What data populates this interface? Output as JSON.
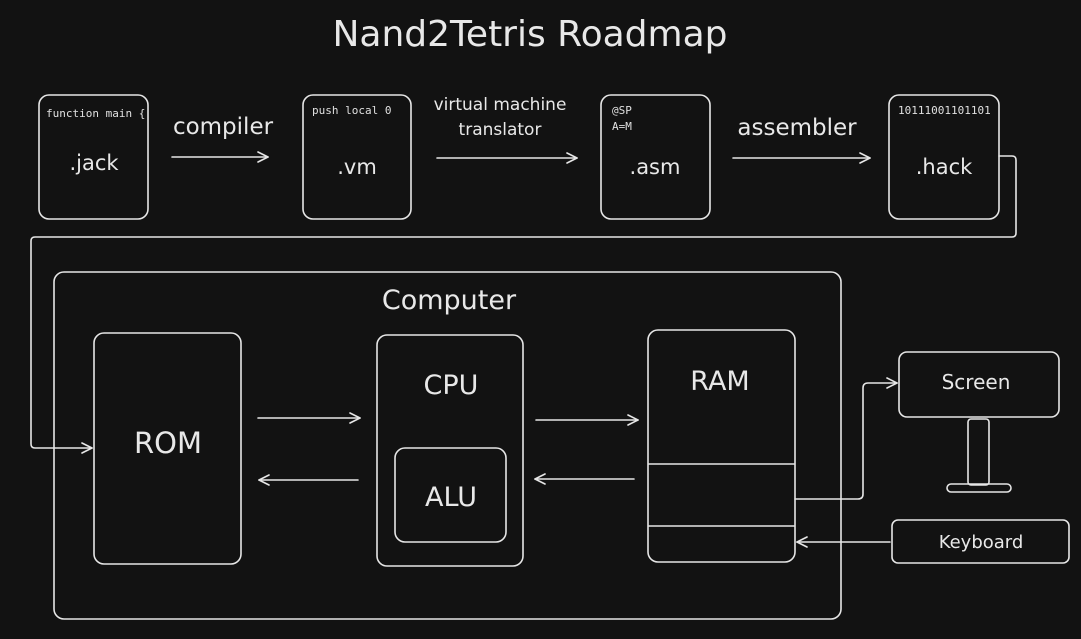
{
  "title": "Nand2Tetris Roadmap",
  "colors": {
    "background": "#121212",
    "stroke": "#e6e6e6",
    "text": "#e8e8e8"
  },
  "files": [
    {
      "id": "jack",
      "snippet": "function main {",
      "ext": ".jack"
    },
    {
      "id": "vm",
      "snippet": "push local 0",
      "ext": ".vm"
    },
    {
      "id": "asm",
      "snippet_lines": [
        "@SP",
        "A=M"
      ],
      "ext": ".asm"
    },
    {
      "id": "hack",
      "snippet": "10111001101101",
      "ext": ".hack"
    }
  ],
  "tools": {
    "compiler": "compiler",
    "vm_translator_line1": "virtual machine",
    "vm_translator_line2": "translator",
    "assembler": "assembler"
  },
  "computer": {
    "label": "Computer",
    "rom": "ROM",
    "cpu": "CPU",
    "alu": "ALU",
    "ram": "RAM"
  },
  "peripherals": {
    "screen": "Screen",
    "keyboard": "Keyboard"
  }
}
